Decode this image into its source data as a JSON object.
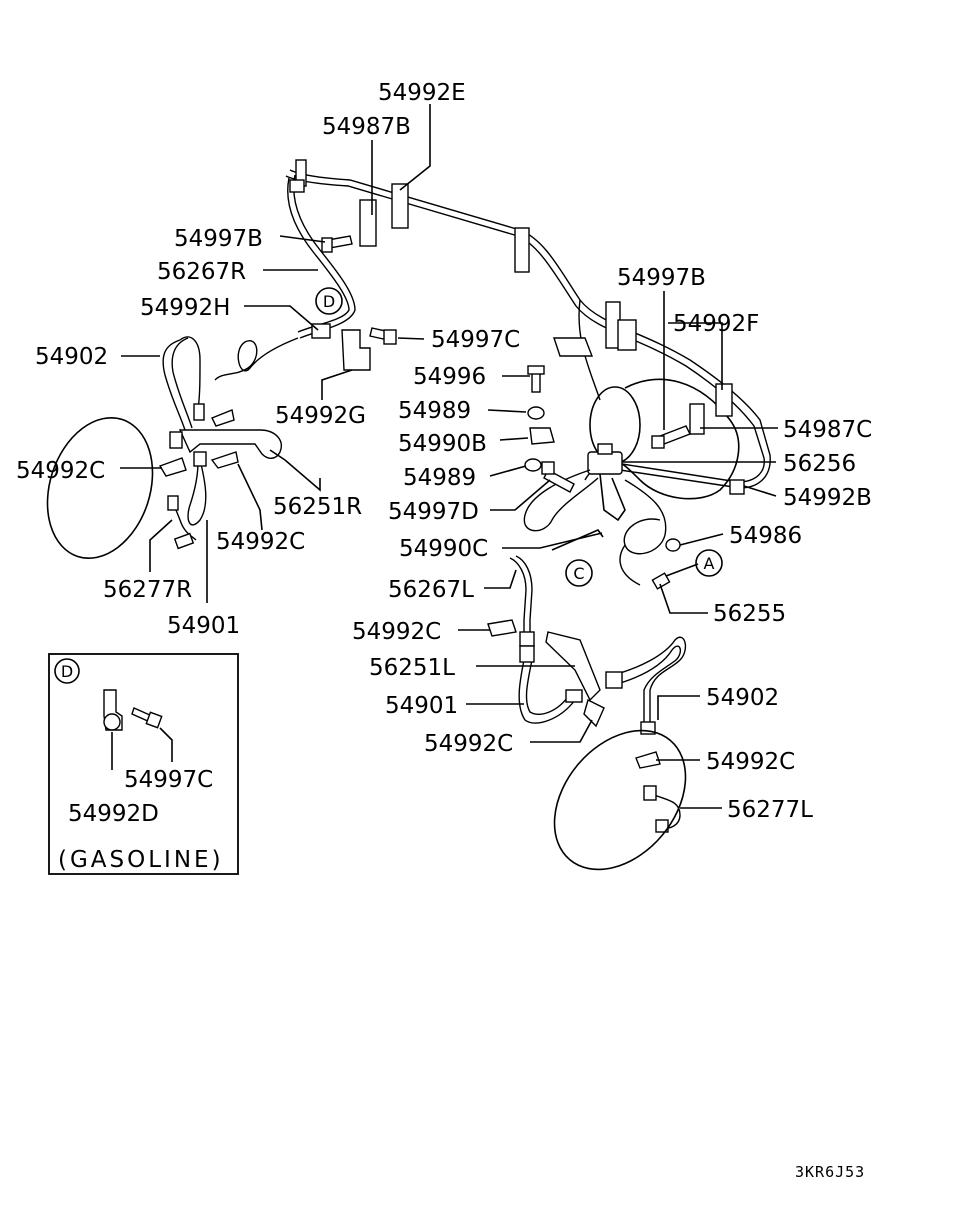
{
  "labels": {
    "p54992E": "54992E",
    "p54987B": "54987B",
    "p54997B_left": "54997B",
    "p56267R": "56267R",
    "p54992H": "54992H",
    "p54902_left": "54902",
    "p54992G": "54992G",
    "p54997C_top": "54997C",
    "p54996": "54996",
    "p54989_a": "54989",
    "p54990B": "54990B",
    "p54989_b": "54989",
    "p54997D": "54997D",
    "p54990C": "54990C",
    "p54992C_left": "54992C",
    "p56251R": "56251R",
    "p54992C_left2": "54992C",
    "p56277R": "56277R",
    "p54901_left": "54901",
    "p54997B_right": "54997B",
    "p54992F": "54992F",
    "p54987C": "54987C",
    "p56256": "56256",
    "p54992B": "54992B",
    "p54986": "54986",
    "p56255": "56255",
    "p56267L": "56267L",
    "p54992C_mid": "54992C",
    "p56251L": "56251L",
    "p54901_right": "54901",
    "p54902_right": "54902",
    "p54992C_low": "54992C",
    "p54992C_right": "54992C",
    "p56277L": "56277L"
  },
  "markers": {
    "d_top": "D",
    "c_mid": "C",
    "a_mid": "A",
    "d_inset": "D"
  },
  "inset": {
    "p54997C": "54997C",
    "p54992D": "54992D",
    "caption": "(GASOLINE)"
  },
  "diagram_code": "3KR6J53"
}
